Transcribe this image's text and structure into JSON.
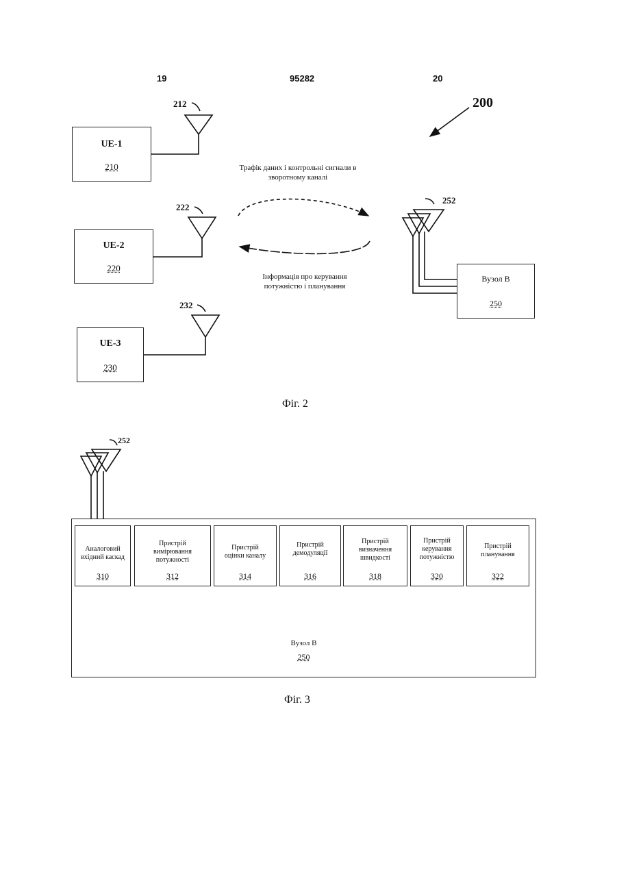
{
  "header": {
    "page_left": "19",
    "doc_number": "95282",
    "page_right": "20"
  },
  "fig2": {
    "ref_label": "200",
    "ues": [
      {
        "title": "UE-1",
        "number": "210",
        "antenna_ref": "212"
      },
      {
        "title": "UE-2",
        "number": "220",
        "antenna_ref": "222"
      },
      {
        "title": "UE-3",
        "number": "230",
        "antenna_ref": "232"
      }
    ],
    "upper_arrow_text": [
      "Трафік даних і контрольні сигнали в",
      "зворотному каналі"
    ],
    "lower_arrow_text": [
      "Інформація про керування",
      "потужністю і планування"
    ],
    "node_b": {
      "antenna_ref": "252",
      "title": "Вузол В",
      "number": "250"
    },
    "caption": "Фіг. 2"
  },
  "fig3": {
    "antenna_ref": "252",
    "modules": [
      {
        "label": [
          "Аналоговий",
          "вхідний каскад"
        ],
        "number": "310"
      },
      {
        "label": [
          "Пристрій",
          "вимірювання",
          "потужності"
        ],
        "number": "312"
      },
      {
        "label": [
          "Пристрій",
          "оцінки каналу"
        ],
        "number": "314"
      },
      {
        "label": [
          "Пристрій",
          "демодуляції"
        ],
        "number": "316"
      },
      {
        "label": [
          "Пристрій",
          "визначення",
          "швидкості"
        ],
        "number": "318"
      },
      {
        "label": [
          "Пристрій",
          "керування",
          "потужністю"
        ],
        "number": "320"
      },
      {
        "label": [
          "Пристрій",
          "планування"
        ],
        "number": "322"
      }
    ],
    "node_b": {
      "title": "Вузол В",
      "number": "250"
    },
    "caption": "Фіг. 3"
  }
}
